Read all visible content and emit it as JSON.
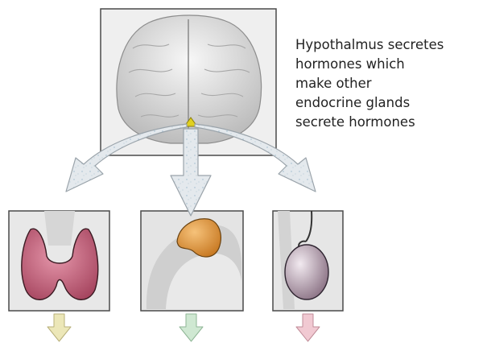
{
  "caption": "Hypothalmus secretes\nhormones which\nmake other\nendocrine glands\nsecrete hormones",
  "colors": {
    "panel_bg": "#f2f2f2",
    "panel_border": "#4a4a4a",
    "arrow_fill": "#e3e8ec",
    "arrow_stroke": "#9aa3aa",
    "hypothalamus": "#e0d020",
    "thyroid": "#c4647e",
    "adrenal": "#e49a3c",
    "gonad": "#c2a9bd",
    "output_thyroid": "#ece7b8",
    "output_adrenal": "#cfe8d2",
    "output_gonad": "#f1c9d2"
  },
  "figure": {
    "brain": "brain",
    "hypothalamus": "hypothalamus",
    "glands": [
      "thyroid-gland",
      "adrenal-gland",
      "gonad"
    ]
  }
}
